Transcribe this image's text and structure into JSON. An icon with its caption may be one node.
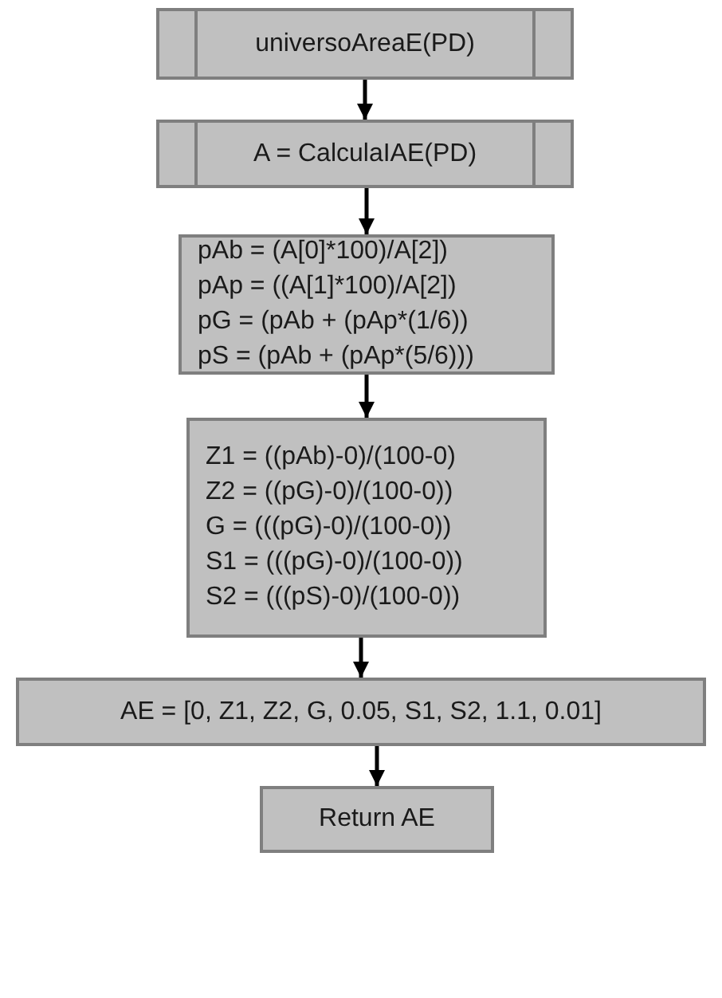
{
  "diagram": {
    "nodes": [
      {
        "text": [
          "universoAreaE(PD)"
        ]
      },
      {
        "text": [
          "A  = CalculaIAE(PD)"
        ]
      },
      {
        "text": [
          "pAb = (A[0]*100)/A[2])",
          "pAp = ((A[1]*100)/A[2])",
          "pG = (pAb + (pAp*(1/6))",
          "pS = (pAb + (pAp*(5/6)))"
        ]
      },
      {
        "text": [
          "Z1 = ((pAb)-0)/(100-0)",
          "Z2 = ((pG)-0)/(100-0))",
          "G = (((pG)-0)/(100-0))",
          "S1 = (((pG)-0)/(100-0))",
          "S2 = (((pS)-0)/(100-0))"
        ]
      },
      {
        "text": [
          "AE = [0, Z1, Z2, G, 0.05, S1, S2, 1.1, 0.01]"
        ]
      },
      {
        "text": [
          "Return AE"
        ]
      }
    ],
    "edges": [
      {
        "from": 0,
        "to": 1,
        "arrow": "to"
      },
      {
        "from": 1,
        "to": 2,
        "arrow": "to"
      },
      {
        "from": 2,
        "to": 3,
        "arrow": "to"
      },
      {
        "from": 3,
        "to": 4,
        "arrow": "to"
      },
      {
        "from": 4,
        "to": 5,
        "arrow": "to"
      }
    ]
  }
}
